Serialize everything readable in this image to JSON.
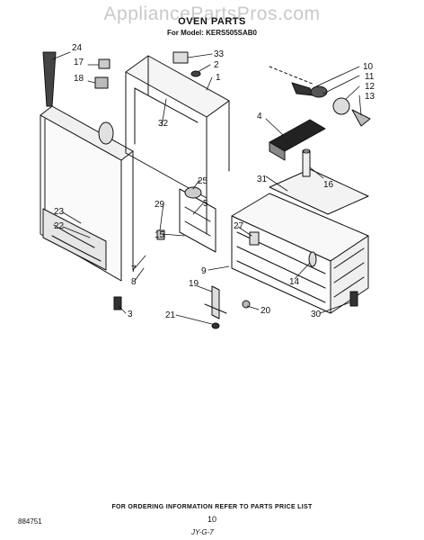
{
  "header": {
    "watermark": "AppliancePartsPros.com",
    "title": "OVEN PARTS",
    "model": "For Model: KERS505SAB0"
  },
  "callouts": [
    {
      "id": "c24",
      "text": "24"
    },
    {
      "id": "c17",
      "text": "17"
    },
    {
      "id": "c18",
      "text": "18"
    },
    {
      "id": "c33",
      "text": "33"
    },
    {
      "id": "c2",
      "text": "2"
    },
    {
      "id": "c1",
      "text": "1"
    },
    {
      "id": "c32",
      "text": "32"
    },
    {
      "id": "c10",
      "text": "10"
    },
    {
      "id": "c11",
      "text": "11"
    },
    {
      "id": "c12",
      "text": "12"
    },
    {
      "id": "c13",
      "text": "13"
    },
    {
      "id": "c4",
      "text": "4"
    },
    {
      "id": "c31",
      "text": "31"
    },
    {
      "id": "c16",
      "text": "16"
    },
    {
      "id": "c25",
      "text": "25"
    },
    {
      "id": "c29",
      "text": "29"
    },
    {
      "id": "c5",
      "text": "5"
    },
    {
      "id": "c23",
      "text": "23"
    },
    {
      "id": "c22",
      "text": "22"
    },
    {
      "id": "c27",
      "text": "27"
    },
    {
      "id": "c15",
      "text": "15"
    },
    {
      "id": "c7",
      "text": "7"
    },
    {
      "id": "c8",
      "text": "8"
    },
    {
      "id": "c9",
      "text": "9"
    },
    {
      "id": "c14",
      "text": "14"
    },
    {
      "id": "c19",
      "text": "19"
    },
    {
      "id": "c3",
      "text": "3"
    },
    {
      "id": "c20",
      "text": "20"
    },
    {
      "id": "c21",
      "text": "21"
    },
    {
      "id": "c30",
      "text": "30"
    }
  ],
  "footer": {
    "order_note": "FOR ORDERING INFORMATION REFER TO PARTS PRICE LIST",
    "doc_number": "884751",
    "page_number": "10",
    "code": "JY-G-7"
  }
}
